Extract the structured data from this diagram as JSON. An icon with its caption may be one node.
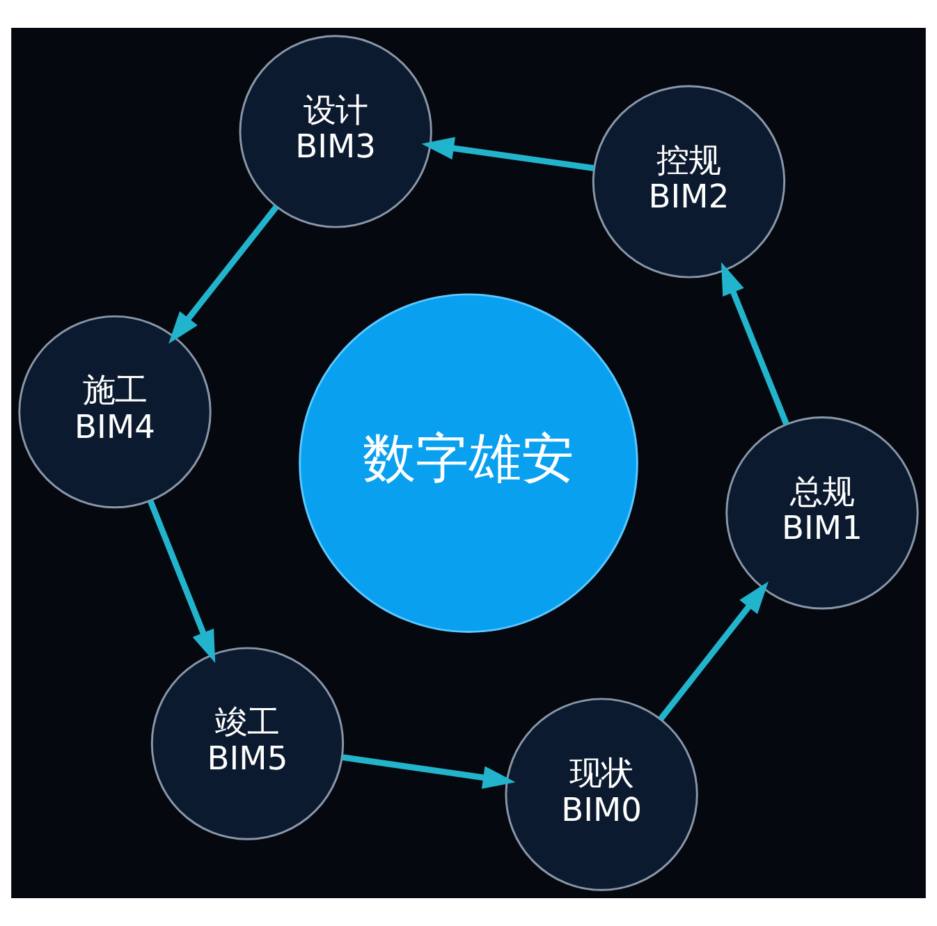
{
  "diagram": {
    "nodes": [
      {
        "text": [
          "数字雄安"
        ]
      },
      {
        "text": [
          "现状",
          "BIM0"
        ]
      },
      {
        "text": [
          "总规",
          "BIM1"
        ]
      },
      {
        "text": [
          "控规",
          "BIM2"
        ]
      },
      {
        "text": [
          "设计",
          "BIM3"
        ]
      },
      {
        "text": [
          "施工",
          "BIM4"
        ]
      },
      {
        "text": [
          "竣工",
          "BIM5"
        ]
      }
    ],
    "edges": [
      {
        "from": 1,
        "to": 2,
        "arrow": "to"
      },
      {
        "from": 2,
        "to": 3,
        "arrow": "to"
      },
      {
        "from": 3,
        "to": 4,
        "arrow": "to"
      },
      {
        "from": 4,
        "to": 5,
        "arrow": "to"
      },
      {
        "from": 5,
        "to": 6,
        "arrow": "to"
      },
      {
        "from": 6,
        "to": 1,
        "arrow": "to"
      }
    ]
  }
}
